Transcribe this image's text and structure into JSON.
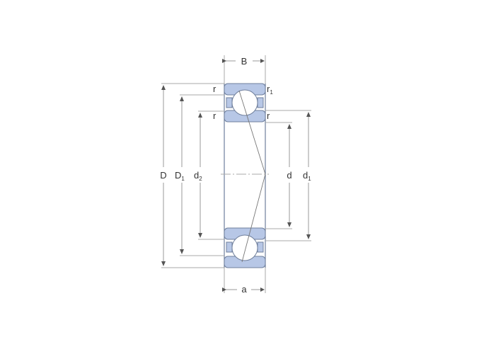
{
  "diagram": {
    "type": "angular contact ball bearing cross-section",
    "colors": {
      "ring_fill": "#b7c7e6",
      "ring_stroke": "#6f7f9c",
      "ball_fill": "#ffffff",
      "dimension_line": "#9a9a9a",
      "text": "#333333"
    },
    "labels": {
      "B": "B",
      "a": "a",
      "D": "D",
      "D1_main": "D",
      "D1_sub": "1",
      "d2_main": "d",
      "d2_sub": "2",
      "d": "d",
      "d1_main": "d",
      "d1_sub": "1",
      "r_top_left": "r",
      "r1_main": "r",
      "r1_sub": "1",
      "r_inner_left": "r",
      "r_inner_right": "r"
    }
  }
}
